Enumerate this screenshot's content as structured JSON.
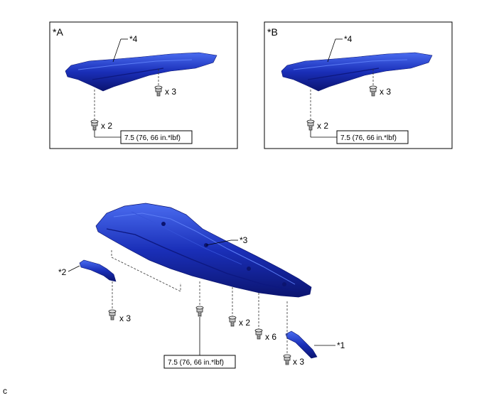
{
  "views": {
    "a": {
      "label": "*A",
      "part_label": "*4",
      "bolt_qty_upper": "x 3",
      "bolt_qty_lower": "x 2",
      "torque": "7.5 (76, 66 in.*lbf)"
    },
    "b": {
      "label": "*B",
      "part_label": "*4",
      "bolt_qty_upper": "x 3",
      "bolt_qty_lower": "x 2",
      "torque": "7.5 (76, 66 in.*lbf)"
    }
  },
  "main": {
    "cover_label": "*3",
    "left_bracket_label": "*2",
    "right_bracket_label": "*1",
    "left_bolt_qty": "x 3",
    "center_bolt_qty": "x 2",
    "right_bolt_qty_a": "x 6",
    "right_bolt_qty_b": "x 3",
    "torque": "7.5 (76, 66 in.*lbf)"
  },
  "corner_code": "c",
  "colors": {
    "part_fill": "#1a2fb8",
    "part_dark": "#0b1470",
    "part_highlight": "#4a6cf0"
  }
}
